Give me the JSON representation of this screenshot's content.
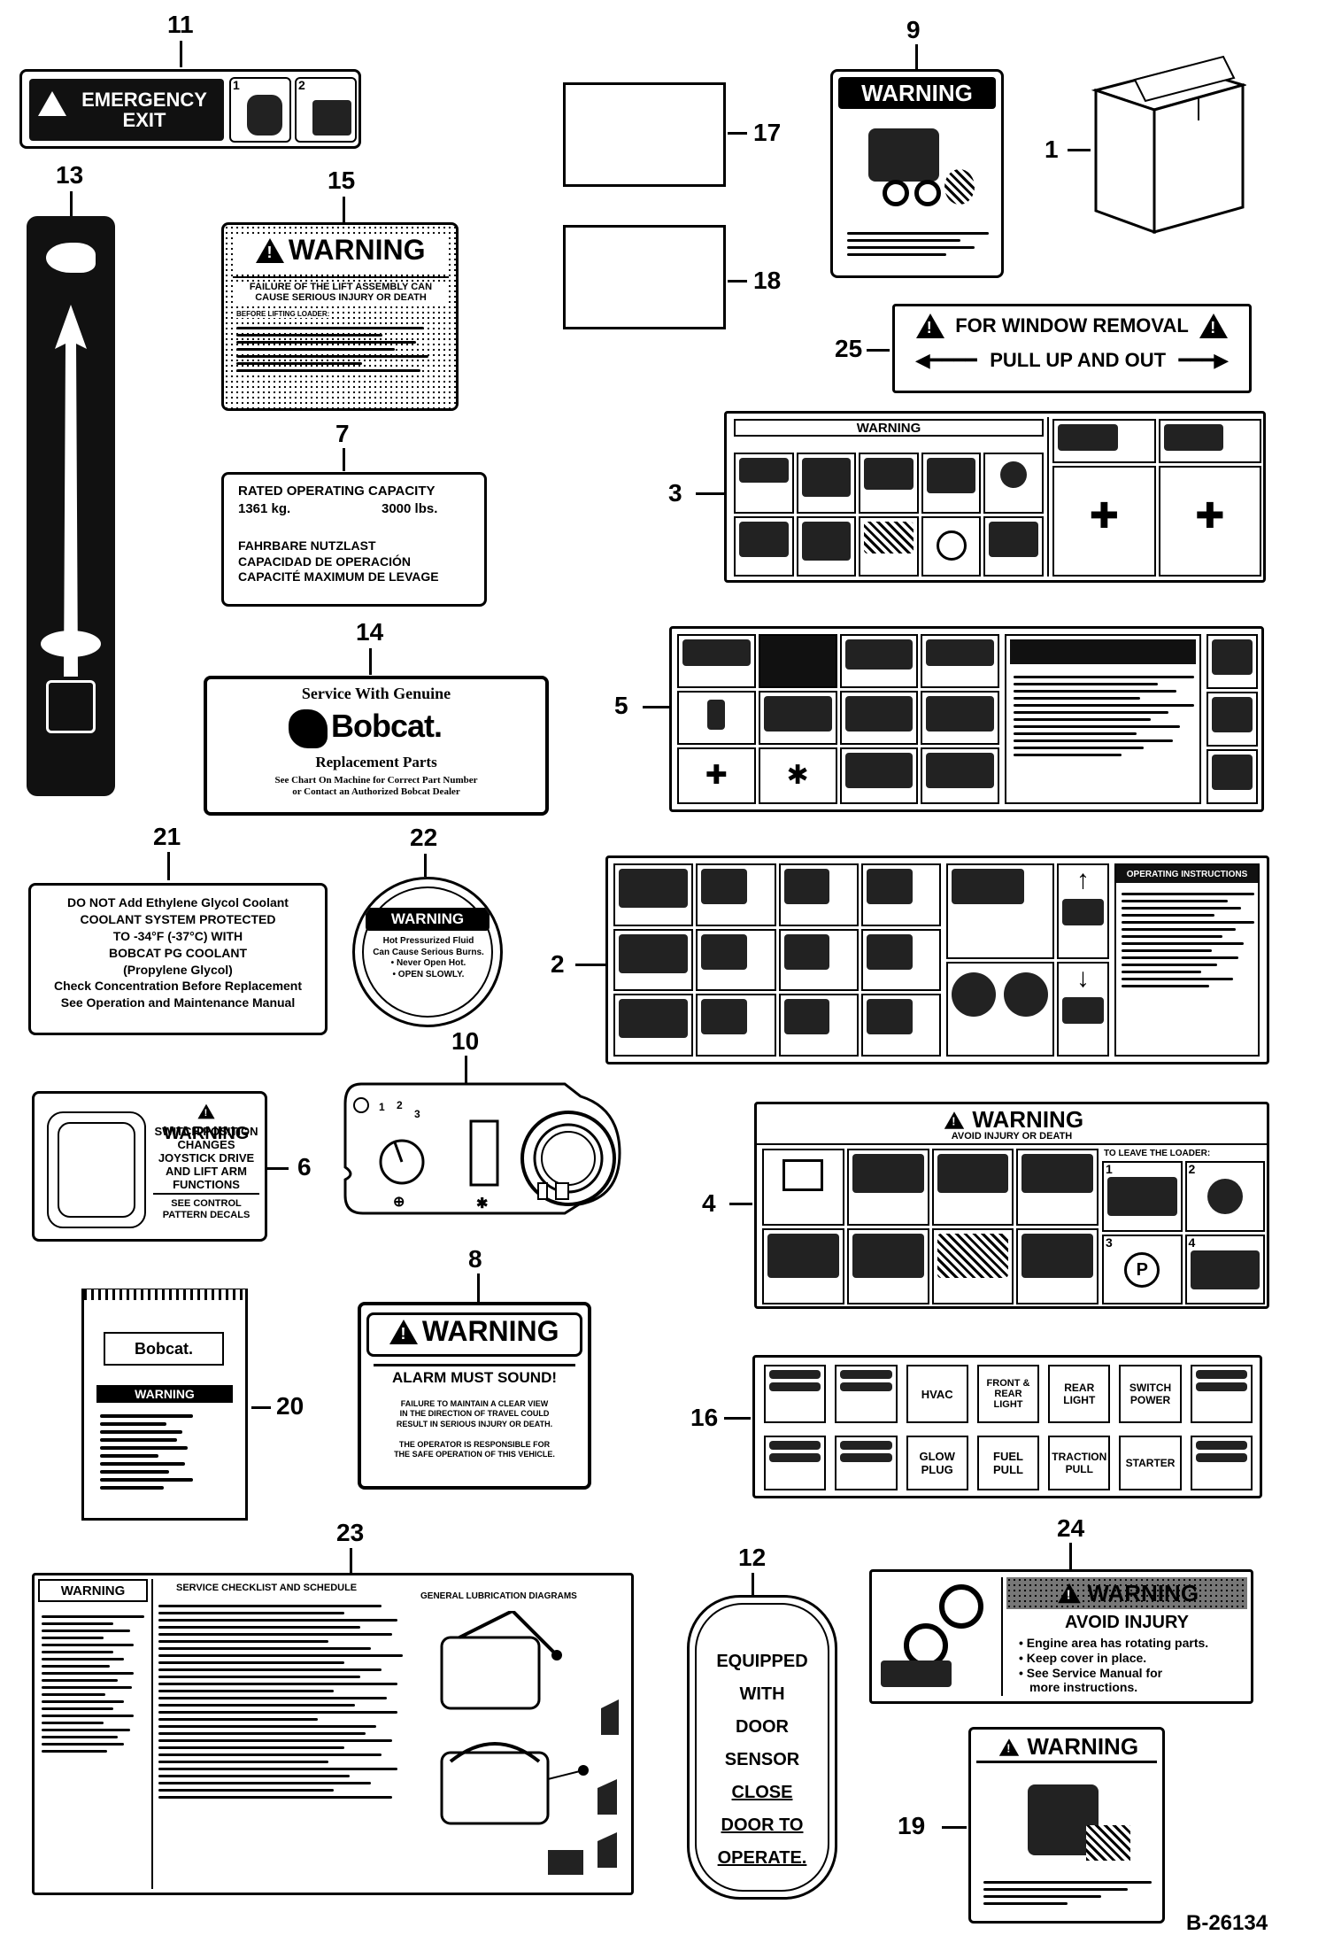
{
  "diagram_id": "B-26134",
  "callouts": [
    "1",
    "2",
    "3",
    "4",
    "5",
    "6",
    "7",
    "8",
    "9",
    "10",
    "11",
    "12",
    "13",
    "14",
    "15",
    "16",
    "17",
    "18",
    "19",
    "20",
    "21",
    "22",
    "23",
    "24",
    "25"
  ],
  "d11": {
    "l1": "EMERGENCY",
    "l2": "EXIT",
    "n1": "1",
    "n2": "2"
  },
  "d15": {
    "title": "WARNING",
    "l1": "FAILURE OF THE LIFT ASSEMBLY CAN",
    "l2": "CAUSE SERIOUS INJURY OR DEATH",
    "l3": "BEFORE LIFTING LOADER:"
  },
  "d7": {
    "l1": "RATED OPERATING CAPACITY",
    "kg": "1361 kg.",
    "lbs": "3000 lbs.",
    "l3": "FAHRBARE NUTZLAST",
    "l4": "CAPACIDAD DE OPERACIÓN",
    "l5": "CAPACITÉ MAXIMUM DE LEVAGE"
  },
  "d14": {
    "l1": "Service With Genuine",
    "brand": "Bobcat.",
    "l3": "Replacement Parts",
    "l4": "See Chart On Machine for Correct Part Number",
    "l5": "or Contact an Authorized Bobcat Dealer"
  },
  "d21": {
    "l1": "DO NOT Add Ethylene Glycol Coolant",
    "l2": "COOLANT SYSTEM PROTECTED",
    "l3": "TO -34°F (-37°C) WITH",
    "l4": "BOBCAT PG COOLANT",
    "l5": "(Propylene Glycol)",
    "l6": "Check Concentration Before Replacement",
    "l7": "See Operation and Maintenance Manual"
  },
  "d22": {
    "title": "WARNING",
    "l1": "Hot Pressurized Fluid",
    "l2": "Can Cause Serious Burns.",
    "l3": "• Never Open Hot.",
    "l4": "• OPEN SLOWLY."
  },
  "d6": {
    "title": "WARNING",
    "l1": "SWITCH POSITION",
    "l2": "CHANGES",
    "l3": "JOYSTICK DRIVE",
    "l4": "AND LIFT ARM",
    "l5": "FUNCTIONS",
    "l6": "SEE CONTROL",
    "l7": "PATTERN DECALS"
  },
  "d10": {
    "t1": "1",
    "t2": "2",
    "t3": "3"
  },
  "d8": {
    "title": "WARNING",
    "l1": "ALARM MUST SOUND!",
    "l2": "FAILURE TO MAINTAIN A CLEAR VIEW",
    "l3": "IN THE DIRECTION OF TRAVEL COULD",
    "l4": "RESULT IN SERIOUS INJURY OR DEATH.",
    "l5": "THE OPERATOR IS RESPONSIBLE FOR",
    "l6": "THE SAFE OPERATION OF THIS VEHICLE."
  },
  "d20": {
    "brand": "Bobcat.",
    "title": "WARNING"
  },
  "d9": {
    "title": "WARNING"
  },
  "d25": {
    "l1": "FOR WINDOW REMOVAL",
    "l2": "PULL UP AND OUT"
  },
  "d3": {
    "title": "WARNING"
  },
  "d2": {
    "title": "OPERATING INSTRUCTIONS"
  },
  "d4": {
    "title": "WARNING",
    "sub": "AVOID INJURY OR DEATH",
    "leave": "TO LEAVE THE LOADER:",
    "p": "P",
    "n1": "1",
    "n2": "2",
    "n3": "3",
    "n4": "4"
  },
  "d16": {
    "r1": [
      "",
      "",
      "HVAC",
      "FRONT & REAR LIGHT",
      "REAR LIGHT",
      "SWITCH POWER",
      ""
    ],
    "r2": [
      "",
      "",
      "GLOW PLUG",
      "FUEL PULL",
      "TRACTION PULL",
      "STARTER",
      ""
    ]
  },
  "d23": {
    "warn": "WARNING",
    "h1": "SERVICE CHECKLIST AND SCHEDULE",
    "h2": "GENERAL LUBRICATION DIAGRAMS"
  },
  "d12": {
    "l1": "EQUIPPED",
    "l2": "WITH",
    "l3": "DOOR",
    "l4": "SENSOR",
    "l5": "CLOSE",
    "l6": "DOOR TO",
    "l7": "OPERATE."
  },
  "d24": {
    "title": "WARNING",
    "l1": "AVOID INJURY",
    "l2": "• Engine area has rotating parts.",
    "l3": "• Keep cover in place.",
    "l4": "• See Service Manual for",
    "l5": "more instructions."
  },
  "d19": {
    "title": "WARNING"
  }
}
